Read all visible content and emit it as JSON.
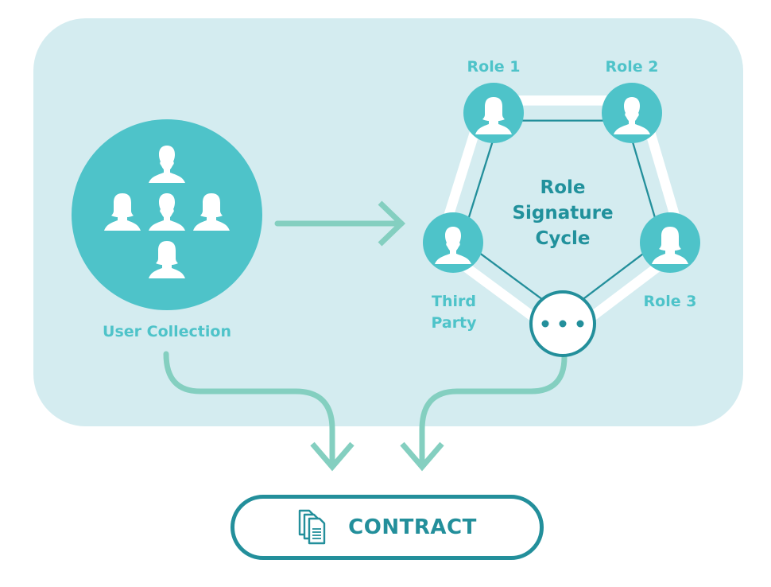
{
  "colors": {
    "panel_bg": "#d4ecf0",
    "circle_fill": "#4ec3c9",
    "dark_teal": "#238f9b",
    "arrow_green": "#84cfc0",
    "white": "#ffffff"
  },
  "user_collection": {
    "label": "User Collection",
    "icons": [
      "person-male-icon",
      "person-female-icon",
      "person-male-icon",
      "person-female-icon",
      "person-female-icon"
    ]
  },
  "cycle": {
    "title_line1": "Role",
    "title_line2": "Signature",
    "title_line3": "Cycle",
    "nodes": [
      {
        "label": "Role 1",
        "icon": "person-female-icon"
      },
      {
        "label": "Role 2",
        "icon": "person-male-icon"
      },
      {
        "label": "Role 3",
        "icon": "person-female-icon"
      },
      {
        "label_line1": "Third",
        "label_line2": "Party",
        "icon": "person-male-icon"
      },
      {
        "label": "",
        "icon": "ellipsis-icon"
      }
    ]
  },
  "contract": {
    "label": "CONTRACT",
    "icon": "documents-icon"
  }
}
